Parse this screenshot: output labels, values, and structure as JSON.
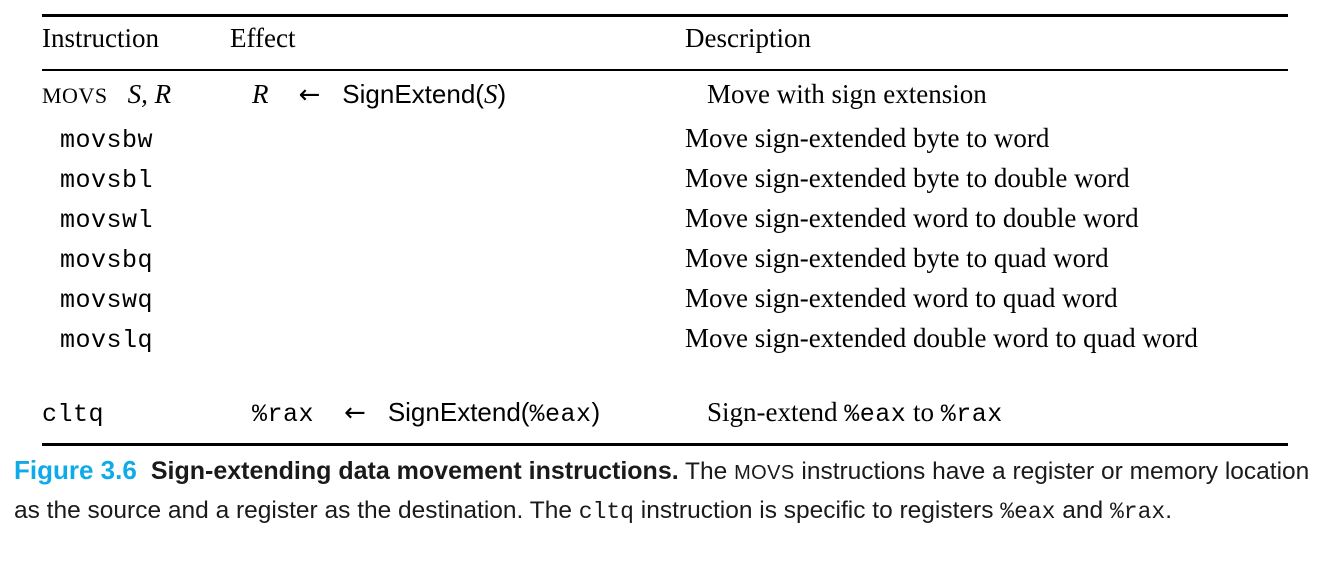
{
  "table": {
    "headers": {
      "instruction": "Instruction",
      "effect": "Effect",
      "description": "Description"
    },
    "movs_row": {
      "mnemonic": "MOVS",
      "operands": "S, R",
      "effect_dest": "R",
      "effect_arrow": "←",
      "effect_func": "SignExtend(",
      "effect_arg": "S",
      "effect_close": ")",
      "description": "Move with sign extension"
    },
    "variants": [
      {
        "mnemonic": "movsbw",
        "description": "Move sign-extended byte to word"
      },
      {
        "mnemonic": "movsbl",
        "description": "Move sign-extended byte to double word"
      },
      {
        "mnemonic": "movswl",
        "description": "Move sign-extended word to double word"
      },
      {
        "mnemonic": "movsbq",
        "description": "Move sign-extended byte to quad word"
      },
      {
        "mnemonic": "movswq",
        "description": "Move sign-extended word to quad word"
      },
      {
        "mnemonic": "movslq",
        "description": "Move sign-extended double word to quad word"
      }
    ],
    "cltq_row": {
      "mnemonic": "cltq",
      "effect_dest": "%rax",
      "effect_arrow": "←",
      "effect_func": "SignExtend(",
      "effect_arg": "%eax",
      "effect_close": ")",
      "description_pre": "Sign-extend ",
      "description_reg1": "%eax",
      "description_mid": " to ",
      "description_reg2": "%rax"
    }
  },
  "caption": {
    "figure_number": "Figure 3.6",
    "title": "Sign-extending data movement instructions.",
    "body_1": " The ",
    "body_smallcaps": "MOVS",
    "body_2": " instructions have a register or memory location as the source and a register as the destination. The ",
    "body_mono": "cltq",
    "body_3": " instruction is specific to registers ",
    "body_reg1": "%eax",
    "body_4": " and ",
    "body_reg2": "%rax",
    "body_5": "."
  },
  "colors": {
    "figure_number": "#0FABE8",
    "text": "#000000",
    "rule": "#000000",
    "background": "#FFFFFF"
  }
}
